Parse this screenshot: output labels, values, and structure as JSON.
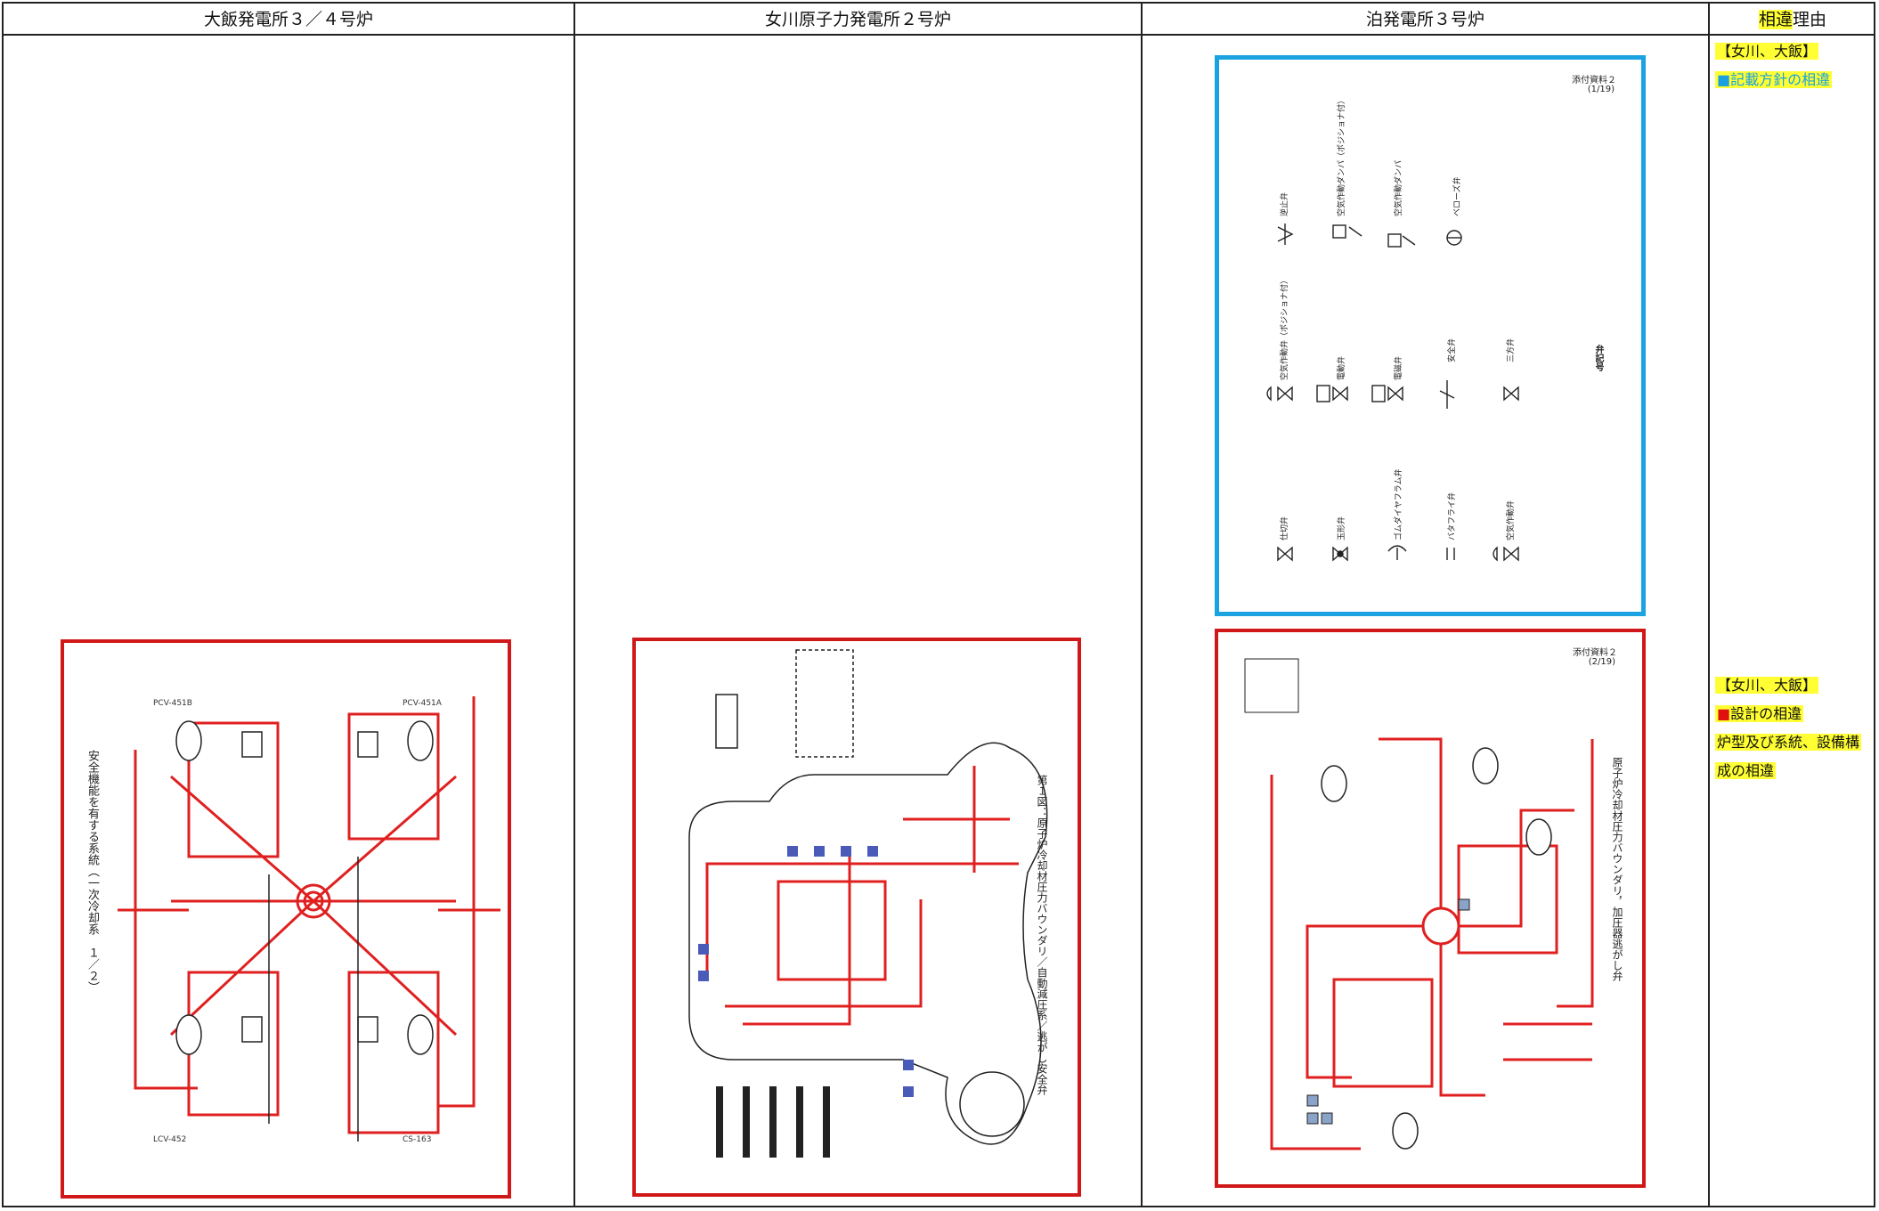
{
  "columns": {
    "col1": "大飯発電所３／４号炉",
    "col2": "女川原子力発電所２号炉",
    "col3": "泊発電所３号炉",
    "col4_hl": "相違",
    "col4_rest": "理由"
  },
  "notes": {
    "note1_line1": "【女川、大飯】",
    "note1_line2_mark": "■",
    "note1_line2_text": "記載方針の相違",
    "note2_line1": "【女川、大飯】",
    "note2_line2_mark": "■",
    "note2_line2_text": "設計の相違",
    "note2_line3": "炉型及び系統、設備構",
    "note2_line4": "成の相違"
  },
  "figures": {
    "ohi_caption": "安全機能を有する系統（一次冷却系　１／２）",
    "onagawa_caption": "第１図：原子炉冷却材圧力バウンダリ／自動減圧系／逃がし安全弁",
    "tomari_legend_tag": "添付資料２",
    "tomari_legend_page": "(1/19)",
    "tomari_legend_title": "弁記号",
    "tomari_diagram_tag": "添付資料２",
    "tomari_diagram_page": "(2/19)",
    "tomari_diagram_caption": "原子炉冷却材圧力バウンダリ，加圧器逃がし弁",
    "valve_names": [
      "仕切弁",
      "玉形弁",
      "ゴムダイヤフラム弁",
      "バタフライ弁",
      "空気作動弁",
      "空気作動弁（ポジショナ付）",
      "電動弁",
      "電磁弁",
      "安全弁",
      "三方弁",
      "逆止弁",
      "空気作動ダンパ（ポジショナ付）",
      "空気作動ダンパ",
      "ベローズ弁"
    ]
  },
  "colors": {
    "red_frame": "#d01818",
    "blue_frame": "#1aa3e0",
    "highlight": "#ffff33",
    "line_red": "#e02020"
  }
}
